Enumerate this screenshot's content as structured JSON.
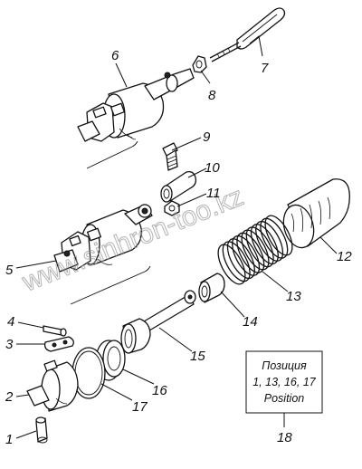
{
  "labels": [
    {
      "id": "1",
      "text": "1"
    },
    {
      "id": "2",
      "text": "2"
    },
    {
      "id": "3",
      "text": "3"
    },
    {
      "id": "4",
      "text": "4"
    },
    {
      "id": "5",
      "text": "5"
    },
    {
      "id": "6",
      "text": "6"
    },
    {
      "id": "7",
      "text": "7"
    },
    {
      "id": "8",
      "text": "8"
    },
    {
      "id": "9",
      "text": "9"
    },
    {
      "id": "10",
      "text": "10"
    },
    {
      "id": "11",
      "text": "11"
    },
    {
      "id": "12",
      "text": "12"
    },
    {
      "id": "13",
      "text": "13"
    },
    {
      "id": "14",
      "text": "14"
    },
    {
      "id": "15",
      "text": "15"
    },
    {
      "id": "16",
      "text": "16"
    },
    {
      "id": "17",
      "text": "17"
    },
    {
      "id": "18",
      "text": "18"
    }
  ],
  "note_box": {
    "line1": "Позиция",
    "line2": "1, 13, 16, 17",
    "line3": "Position"
  },
  "watermark": "www.sinhron-too.kz"
}
